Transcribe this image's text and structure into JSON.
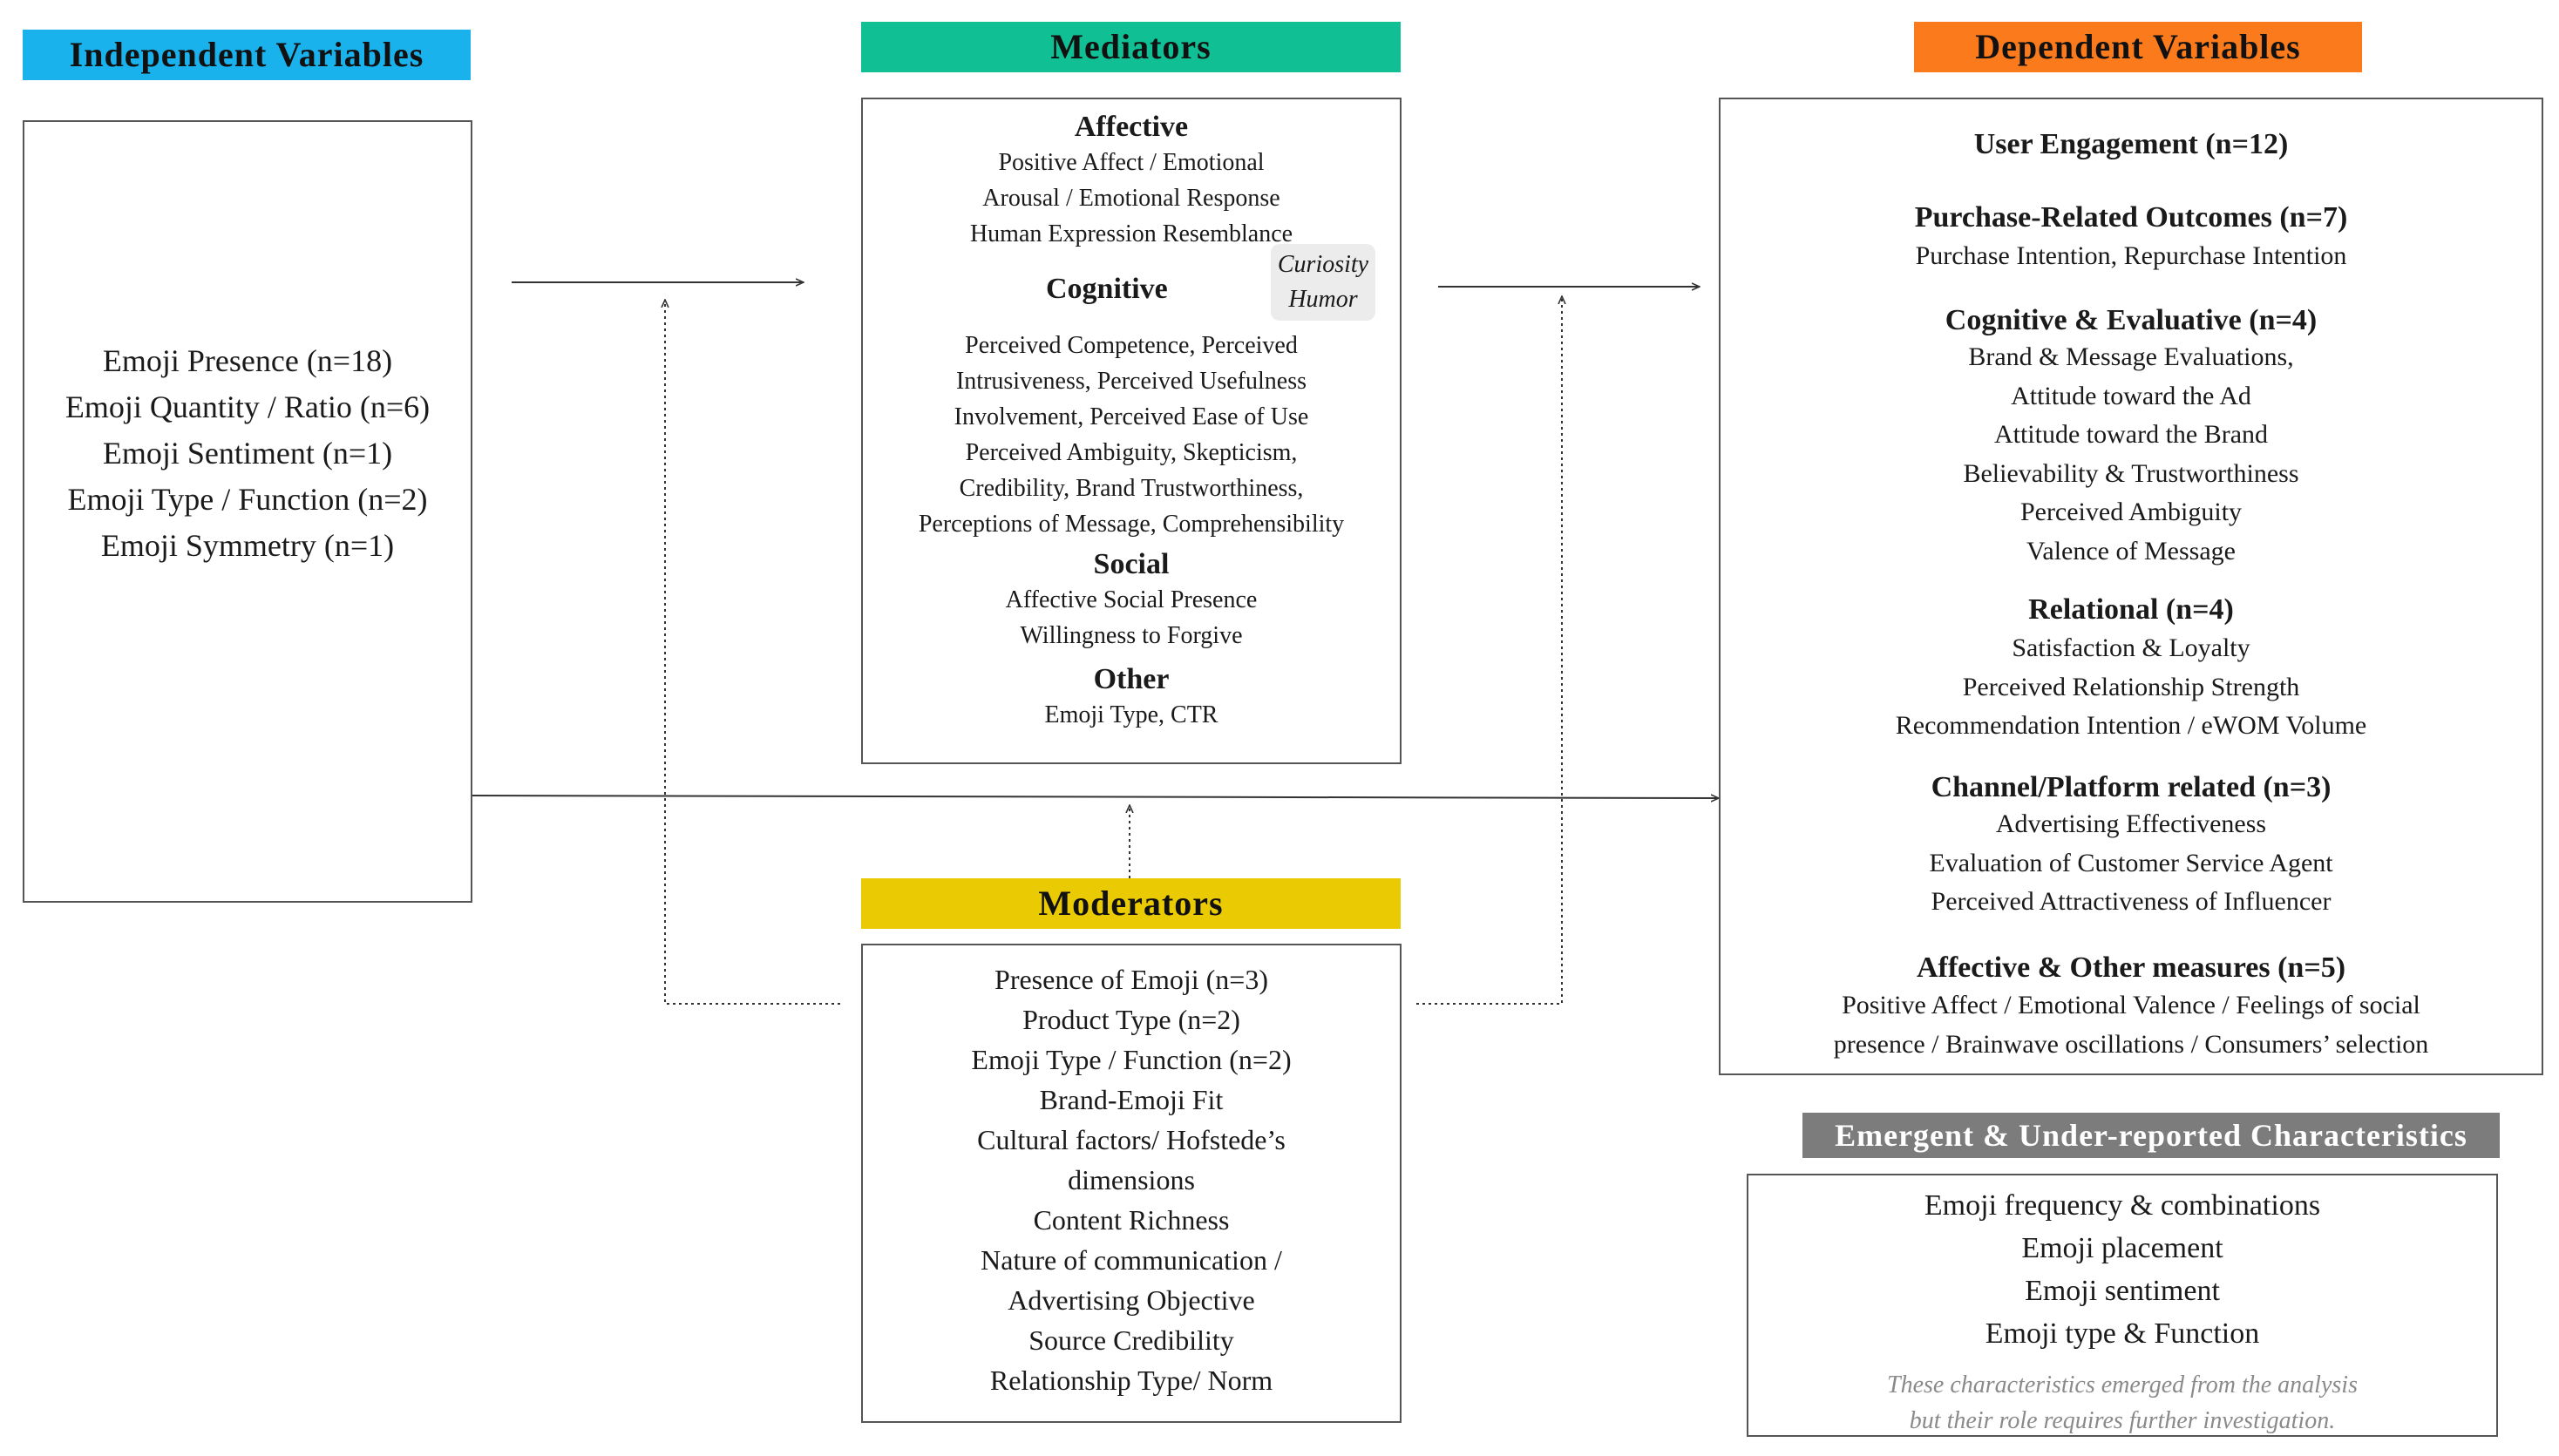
{
  "colors": {
    "independent": "#1ab2ec",
    "mediators": "#10bf93",
    "dependent": "#fb7a1c",
    "moderators": "#eacb03",
    "emergent": "#7c7c7c"
  },
  "independent": {
    "title": "Independent Variables",
    "items": [
      "Emoji Presence (n=18)",
      "Emoji Quantity / Ratio (n=6)",
      "Emoji Sentiment (n=1)",
      "Emoji Type / Function (n=2)",
      "Emoji Symmetry (n=1)"
    ]
  },
  "mediators": {
    "title": "Mediators",
    "affective": {
      "heading": "Affective",
      "lines": [
        "Positive Affect / Emotional",
        "Arousal / Emotional Response",
        "Human Expression Resemblance"
      ]
    },
    "cognitive": {
      "heading": "Cognitive",
      "callouts": [
        "Curiosity",
        "Humor"
      ],
      "lines": [
        "Perceived Competence,  Perceived",
        "Intrusiveness,  Perceived Usefulness",
        "Involvement,  Perceived Ease of Use",
        "Perceived Ambiguity,  Skepticism,",
        "Credibility, Brand Trustworthiness,",
        "Perceptions of Message, Comprehensibility"
      ]
    },
    "social": {
      "heading": "Social",
      "lines": [
        "Affective Social Presence",
        "Willingness to Forgive"
      ]
    },
    "other": {
      "heading": "Other",
      "lines": [
        "Emoji Type, CTR"
      ]
    }
  },
  "moderators": {
    "title": "Moderators",
    "items": [
      "Presence of Emoji (n=3)",
      "Product Type (n=2)",
      "Emoji Type / Function (n=2)",
      "Brand-Emoji Fit",
      "Cultural factors/ Hofstede’s",
      "dimensions",
      "Content Richness",
      "Nature of communication /",
      "Advertising Objective",
      "Source Credibility",
      "Relationship Type/ Norm"
    ]
  },
  "dependent": {
    "title": "Dependent Variables",
    "groups": [
      {
        "heading": "User Engagement  (n=12)",
        "lines": []
      },
      {
        "heading": "Purchase-Related Outcomes (n=7)",
        "lines": [
          "Purchase Intention, Repurchase Intention"
        ]
      },
      {
        "heading": "Cognitive & Evaluative (n=4)",
        "lines": [
          "Brand & Message Evaluations,",
          "Attitude toward the Ad",
          "Attitude toward the Brand",
          "Believability & Trustworthiness",
          "Perceived Ambiguity",
          "Valence of Message"
        ]
      },
      {
        "heading": "Relational (n=4)",
        "lines": [
          "Satisfaction & Loyalty",
          "Perceived Relationship Strength",
          "Recommendation Intention / eWOM Volume"
        ]
      },
      {
        "heading": "Channel/Platform related (n=3)",
        "lines": [
          "Advertising Effectiveness",
          "Evaluation of Customer Service Agent",
          "Perceived Attractiveness of Influencer"
        ]
      },
      {
        "heading": "Affective & Other measures (n=5)",
        "lines": [
          "Positive Affect / Emotional Valence / Feelings of social",
          "presence / Brainwave oscillations / Consumers’ selection"
        ]
      }
    ]
  },
  "emergent": {
    "title": "Emergent & Under-reported Characteristics",
    "items": [
      "Emoji frequency & combinations",
      "Emoji placement",
      "Emoji sentiment",
      "Emoji type & Function"
    ],
    "note": [
      "These characteristics emerged from the analysis",
      "but their role requires further investigation."
    ]
  }
}
